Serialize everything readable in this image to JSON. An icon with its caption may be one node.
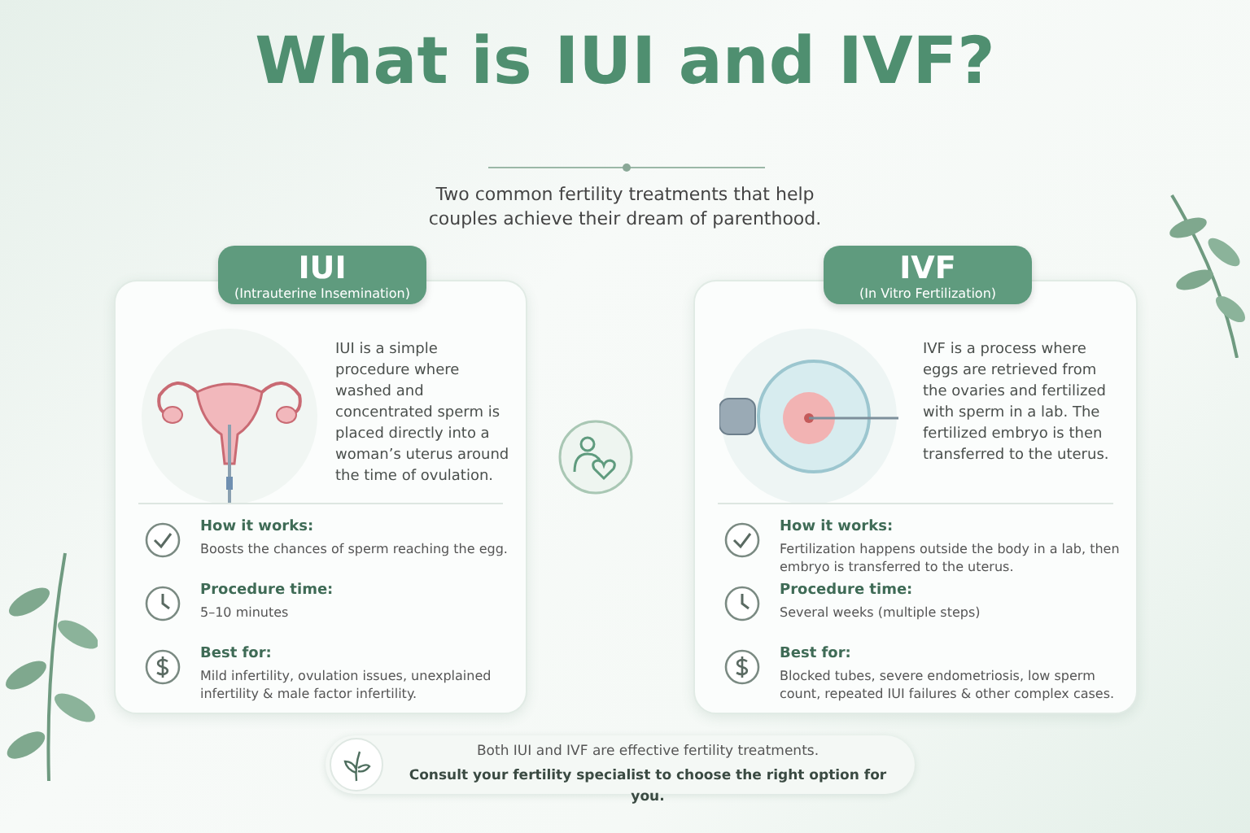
{
  "diagram": {
    "title": "What is IUI and IVF?",
    "caption": "Two common fertility treatments that help couples achieve their dream of parenthood.",
    "nodes": [
      {
        "text": [
          "IUI",
          "(Intrauterine Insemination)",
          "IUI is a simple procedure where washed and concentrated sperm is placed directly into a woman’s uterus around the time of ovulation.",
          "How it works:",
          "Boosts the chances of sperm reaching the egg.",
          "Procedure time:",
          "5–10 minutes",
          "Best for:",
          "Mild infertility, ovulation issues, unexplained infertility & male factor infertility."
        ]
      },
      {
        "text": [
          "IVF",
          "(In Vitro Fertilization)",
          "IVF is a process where eggs are retrieved from the ovaries and fertilized with sperm in a lab. The fertilized embryo is then transferred to the uterus.",
          "How it works:",
          "Fertilization happens outside the body in a lab, then embryo is transferred to the uterus.",
          "Procedure time:",
          "Several weeks (multiple steps)",
          "Best for:",
          "Blocked tubes, severe endometriosis, low sperm count, repeated IUI failures & other complex cases."
        ]
      },
      {
        "text": [
          "Both IUI and IVF are effective fertility treatments.",
          "Consult your fertility specialist to choose the right option for you."
        ]
      }
    ]
  }
}
